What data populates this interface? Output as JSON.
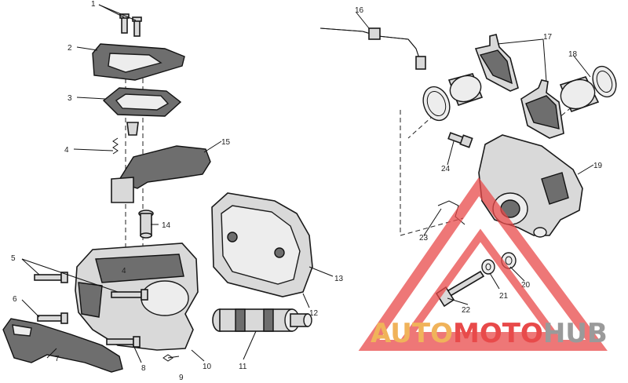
{
  "callouts": [
    {
      "id": "1",
      "label": "1"
    },
    {
      "id": "2",
      "label": "2"
    },
    {
      "id": "3",
      "label": "3"
    },
    {
      "id": "4",
      "label": "4"
    },
    {
      "id": "5",
      "label": "5"
    },
    {
      "id": "6",
      "label": "6"
    },
    {
      "id": "7",
      "label": "7"
    },
    {
      "id": "8",
      "label": "8"
    },
    {
      "id": "9",
      "label": "9"
    },
    {
      "id": "10",
      "label": "10"
    },
    {
      "id": "11",
      "label": "11"
    },
    {
      "id": "12",
      "label": "12"
    },
    {
      "id": "13",
      "label": "13"
    },
    {
      "id": "14",
      "label": "14"
    },
    {
      "id": "15",
      "label": "15"
    },
    {
      "id": "16",
      "label": "16"
    },
    {
      "id": "17",
      "label": "17"
    },
    {
      "id": "18",
      "label": "18"
    },
    {
      "id": "19",
      "label": "19"
    },
    {
      "id": "20",
      "label": "20"
    },
    {
      "id": "21",
      "label": "21"
    },
    {
      "id": "22",
      "label": "22"
    },
    {
      "id": "23",
      "label": "23"
    },
    {
      "id": "24",
      "label": "24"
    }
  ],
  "inner_labels": {
    "reservoir_mark": "4"
  },
  "watermark": {
    "auto": "AUTO",
    "moto": "MOTO",
    "hub": "HUB",
    "color_auto": "#f0b35a",
    "color_moto": "#e84a4a",
    "color_hub": "#9a9a9a",
    "triangle_color": "#e84a4a"
  },
  "icons": {
    "watermark_logo": "warning-triangle-icon"
  }
}
